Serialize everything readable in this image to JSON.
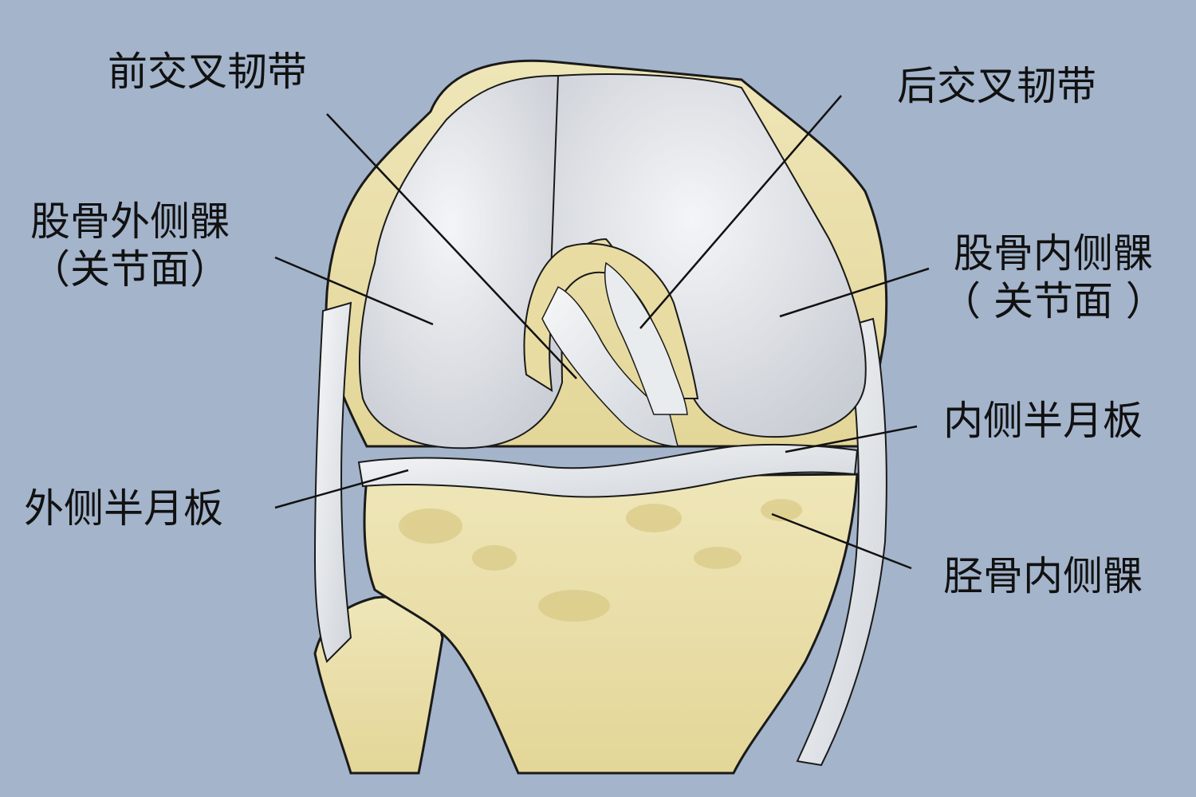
{
  "labels": {
    "acl": "前交叉韧带",
    "pcl": "后交叉韧带",
    "lateral_condyle": {
      "line1": "股骨外侧髁",
      "line2": "（关节面）"
    },
    "medial_condyle": {
      "line1": "股骨内侧髁",
      "line2": "（ 关节面 ）"
    },
    "medial_meniscus": "内侧半月板",
    "lateral_meniscus": "外侧半月板",
    "tibial_medial_condyle": "胫骨内侧髁"
  },
  "colors": {
    "background": "#a3b4cb",
    "bone": "#ece2b0",
    "bone_shade": "#d9c982",
    "cartilage": "#dde0e5",
    "ligament": "#eef0f2",
    "outline": "#1a1a1a"
  }
}
